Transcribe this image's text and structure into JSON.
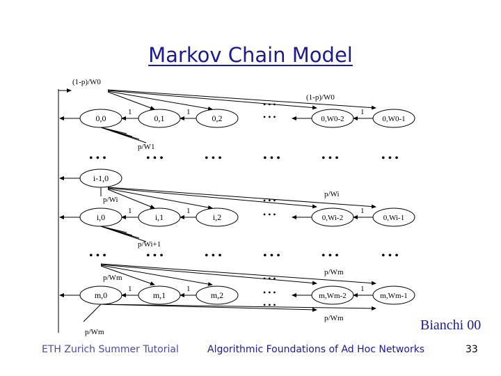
{
  "slide": {
    "title": "Markov Chain Model",
    "citation": "Bianchi 00",
    "footer_left": "ETH Zurich Summer Tutorial",
    "footer_center": "Algorithmic Foundations of Ad Hoc Networks",
    "page_number": "33"
  },
  "diagram": {
    "dots": "• • •",
    "one": "1",
    "row0": {
      "states": [
        "0,0",
        "0,1",
        "0,2",
        "0,W0-2",
        "0,W0-1"
      ],
      "top_left_label": "(1-p)/W0",
      "top_right_label": "(1-p)/W0",
      "bottom_label": "p/W1"
    },
    "rowi_prev": {
      "state": "i-1,0"
    },
    "rowi": {
      "states": [
        "i,0",
        "i,1",
        "i,2",
        "0,Wi-2",
        "0,Wi-1"
      ],
      "left_label": "p/Wi",
      "right_label": "p/Wi",
      "bottom_label": "p/Wi+1"
    },
    "rowm": {
      "states": [
        "m,0",
        "m,1",
        "m,2",
        "m,Wm-2",
        "m,Wm-1"
      ],
      "left_label": "p/Wm",
      "right_top_label": "p/Wm",
      "right_bottom_label": "p/Wm",
      "bottom_label": "p/Wm"
    }
  }
}
